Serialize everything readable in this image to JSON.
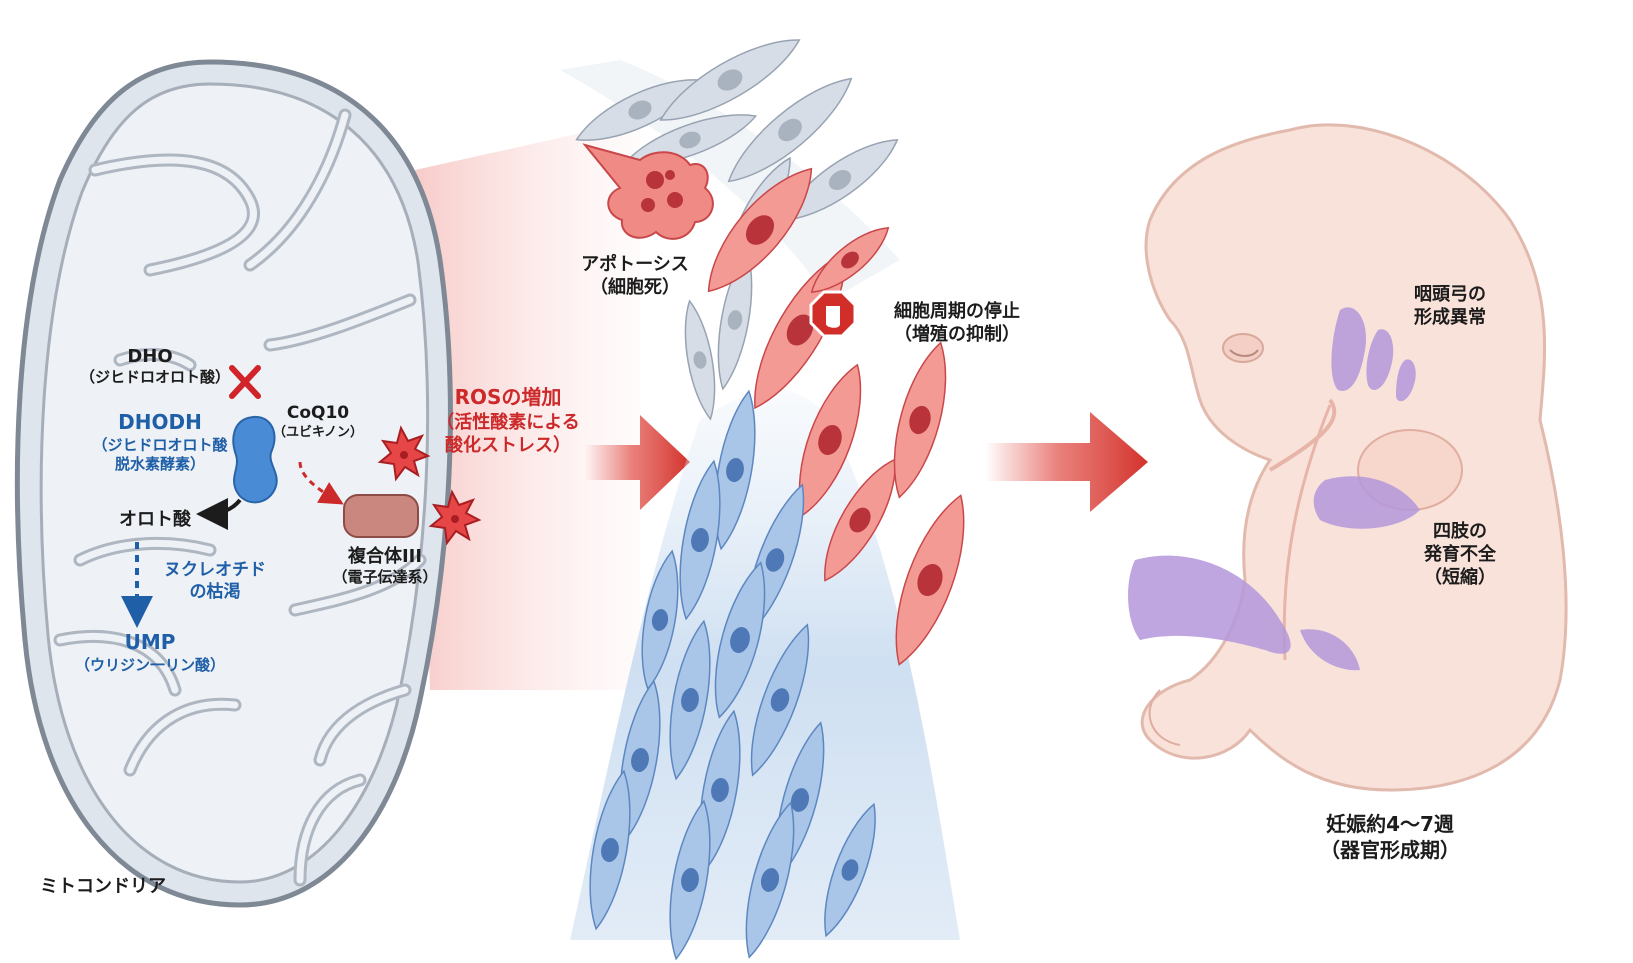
{
  "colors": {
    "blue": "#1f5fa8",
    "red": "#cc2a2a",
    "dark": "#1c1c1c",
    "mito_fill": "#e3e8ee",
    "mito_stroke": "#8d96a3",
    "embryo": "#f7dcd3",
    "purple": "#b99ad8"
  },
  "labels": {
    "dho": "DHO",
    "dho_sub": "（ジヒドロオロト酸）",
    "dhodh": "DHODH",
    "dhodh_sub1": "（ジヒドロオロト酸",
    "dhodh_sub2": "脱水素酵素）",
    "orotic": "オロト酸",
    "depletion1": "ヌクレオチド",
    "depletion2": "の枯渇",
    "ump": "UMP",
    "ump_sub": "（ウリジン一リン酸）",
    "coq10": "CoQ10",
    "coq10_sub": "（ユビキノン）",
    "complex": "複合体III",
    "complex_sub": "（電子伝達系）",
    "ros1": "ROSの増加",
    "ros2": "（活性酸素による",
    "ros3": "酸化ストレス）",
    "mito": "ミトコンドリア",
    "apoptosis1": "アポトーシス",
    "apoptosis2": "（細胞死）",
    "cycle1": "細胞周期の停止",
    "cycle2": "（増殖の抑制）",
    "arch1": "咽頭弓の",
    "arch2": "形成異常",
    "limb1": "四肢の",
    "limb2": "発育不全",
    "limb3": "（短縮）",
    "period1": "妊娠約4～7週",
    "period2": "（器官形成期）"
  }
}
